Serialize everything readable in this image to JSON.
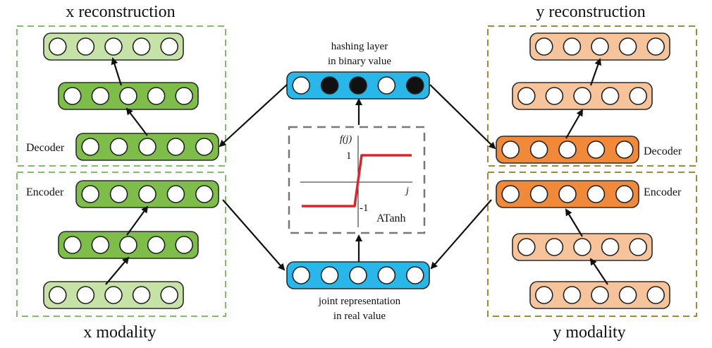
{
  "labels": {
    "x_reconstruction": "x reconstruction",
    "y_reconstruction": "y reconstruction",
    "x_modality": "x modality",
    "y_modality": "y modality",
    "decoder_left": "Decoder",
    "encoder_left": "Encoder",
    "decoder_right": "Decoder",
    "encoder_right": "Encoder",
    "hashing_line1": "hashing layer",
    "hashing_line2": "in binary value",
    "joint_line1": "joint representation",
    "joint_line2": "in real value",
    "atanh": "ATanh",
    "fj": "f(j)",
    "j_axis": "j",
    "tick_pos": "1",
    "tick_neg": "-1"
  },
  "colors": {
    "light_green": "#c7e2a6",
    "green": "#7fbd4b",
    "light_orange": "#f7c39a",
    "orange": "#f0893a",
    "blue": "#29b6e8",
    "green_dash": "#7fbf6a",
    "olive_dash": "#a08a3a",
    "step_curve": "#d9262c"
  },
  "hashing_bits": [
    0,
    1,
    1,
    0,
    1
  ]
}
